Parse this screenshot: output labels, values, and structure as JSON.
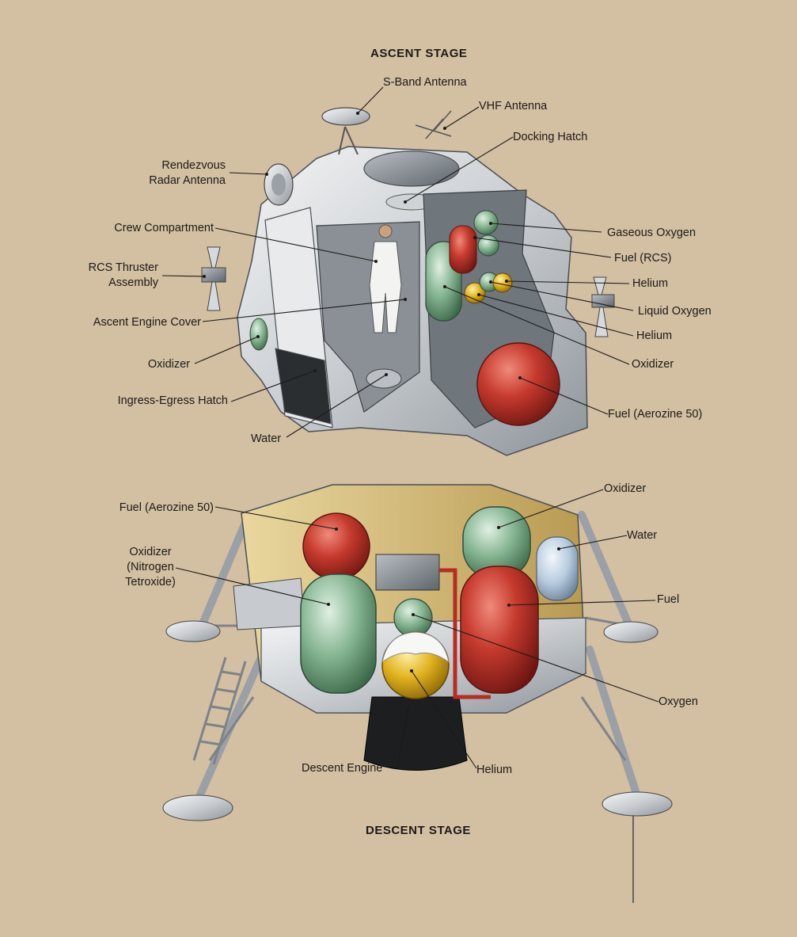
{
  "titles": {
    "ascent": "ASCENT STAGE",
    "descent": "DESCENT STAGE"
  },
  "ascent_labels": {
    "s_band_antenna": "S-Band Antenna",
    "vhf_antenna": "VHF Antenna",
    "docking_hatch": "Docking Hatch",
    "rendezvous_radar_antenna_1": "Rendezvous",
    "rendezvous_radar_antenna_2": "Radar Antenna",
    "crew_compartment": "Crew Compartment",
    "gaseous_oxygen": "Gaseous Oxygen",
    "fuel_rcs": "Fuel (RCS)",
    "rcs_thruster_assembly_1": "RCS Thruster",
    "rcs_thruster_assembly_2": "Assembly",
    "helium_1": "Helium",
    "liquid_oxygen": "Liquid Oxygen",
    "ascent_engine_cover": "Ascent Engine Cover",
    "helium_2": "Helium",
    "oxidizer_left": "Oxidizer",
    "oxidizer_right": "Oxidizer",
    "ingress_egress_hatch": "Ingress-Egress Hatch",
    "fuel_aerozine": "Fuel (Aerozine 50)",
    "water": "Water"
  },
  "descent_labels": {
    "fuel_aerozine": "Fuel (Aerozine 50)",
    "oxidizer_top": "Oxidizer",
    "water": "Water",
    "oxidizer_nitrogen_1": "Oxidizer",
    "oxidizer_nitrogen_2": "(Nitrogen",
    "oxidizer_nitrogen_3": "Tetroxide)",
    "fuel": "Fuel",
    "oxygen": "Oxygen",
    "descent_engine": "Descent Engine",
    "helium": "Helium"
  },
  "colors": {
    "background": "#d3bfa2",
    "tank_red": "#c0392b",
    "tank_green": "#7fae8a",
    "tank_yellow": "#e3b52a",
    "tank_blue": "#b9cde0",
    "metal": "#dfe2e4"
  }
}
